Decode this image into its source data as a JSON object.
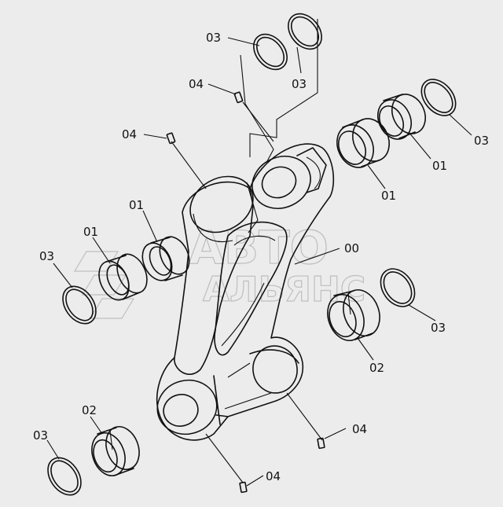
{
  "watermark": {
    "line1": "АВТО",
    "line2": "АЛЬЯНС"
  },
  "callouts": [
    {
      "id": "c-00",
      "text": "00"
    },
    {
      "id": "c-01a",
      "text": "01"
    },
    {
      "id": "c-01b",
      "text": "01"
    },
    {
      "id": "c-01c",
      "text": "01"
    },
    {
      "id": "c-01d",
      "text": "01"
    },
    {
      "id": "c-02a",
      "text": "02"
    },
    {
      "id": "c-02b",
      "text": "02"
    },
    {
      "id": "c-03a",
      "text": "03"
    },
    {
      "id": "c-03b",
      "text": "03"
    },
    {
      "id": "c-03c",
      "text": "03"
    },
    {
      "id": "c-03d",
      "text": "03"
    },
    {
      "id": "c-03e",
      "text": "03"
    },
    {
      "id": "c-03f",
      "text": "03"
    },
    {
      "id": "c-04a",
      "text": "04"
    },
    {
      "id": "c-04b",
      "text": "04"
    },
    {
      "id": "c-04c",
      "text": "04"
    },
    {
      "id": "c-04d",
      "text": "04"
    }
  ]
}
